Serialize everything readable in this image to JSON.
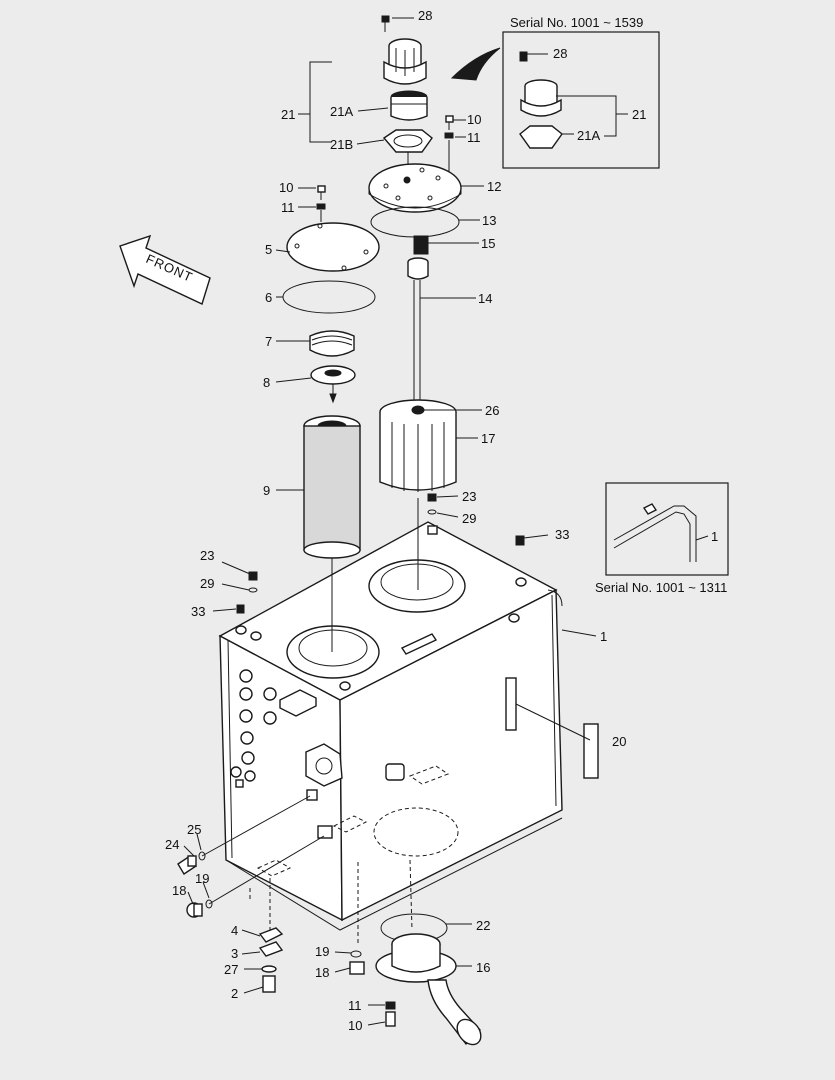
{
  "front_label": "FRONT",
  "inset_top_caption": "Serial No. 1001 ~ 1539",
  "inset_right_caption": "Serial No. 1001 ~ 1311",
  "labels": {
    "l28": "28",
    "l21": "21",
    "l21a": "21A",
    "l21b": "21B",
    "l10": "10",
    "l11": "11",
    "l12": "12",
    "l13": "13",
    "l15": "15",
    "l14": "14",
    "l10b": "10",
    "l11b": "11",
    "l5": "5",
    "l6": "6",
    "l7": "7",
    "l8": "8",
    "l26": "26",
    "l17": "17",
    "l9": "9",
    "l23": "23",
    "l29": "29",
    "l33": "33",
    "l23b": "23",
    "l29b": "29",
    "l33b": "33",
    "l1": "1",
    "l20": "20",
    "l25": "25",
    "l24": "24",
    "l18": "18",
    "l19": "19",
    "l22": "22",
    "l4": "4",
    "l3": "3",
    "l27": "27",
    "l2": "2",
    "l19b": "19",
    "l18b": "18",
    "l16": "16",
    "l11c": "11",
    "l10c": "10",
    "i28": "28",
    "i21": "21",
    "i21a": "21A",
    "i1": "1"
  }
}
